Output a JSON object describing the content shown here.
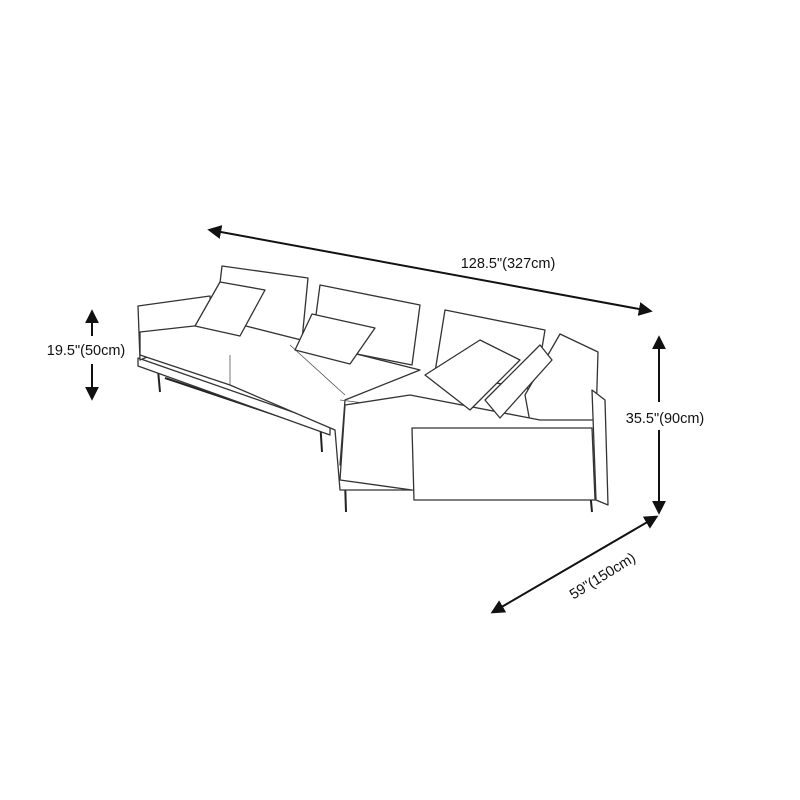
{
  "dimensions": {
    "length": "128.5\"(327cm)",
    "seat_height": "19.5\"(50cm)",
    "height": "35.5\"(90cm)",
    "depth": "59\"(150cm)"
  },
  "colors": {
    "line": "#111111",
    "background": "#ffffff"
  }
}
